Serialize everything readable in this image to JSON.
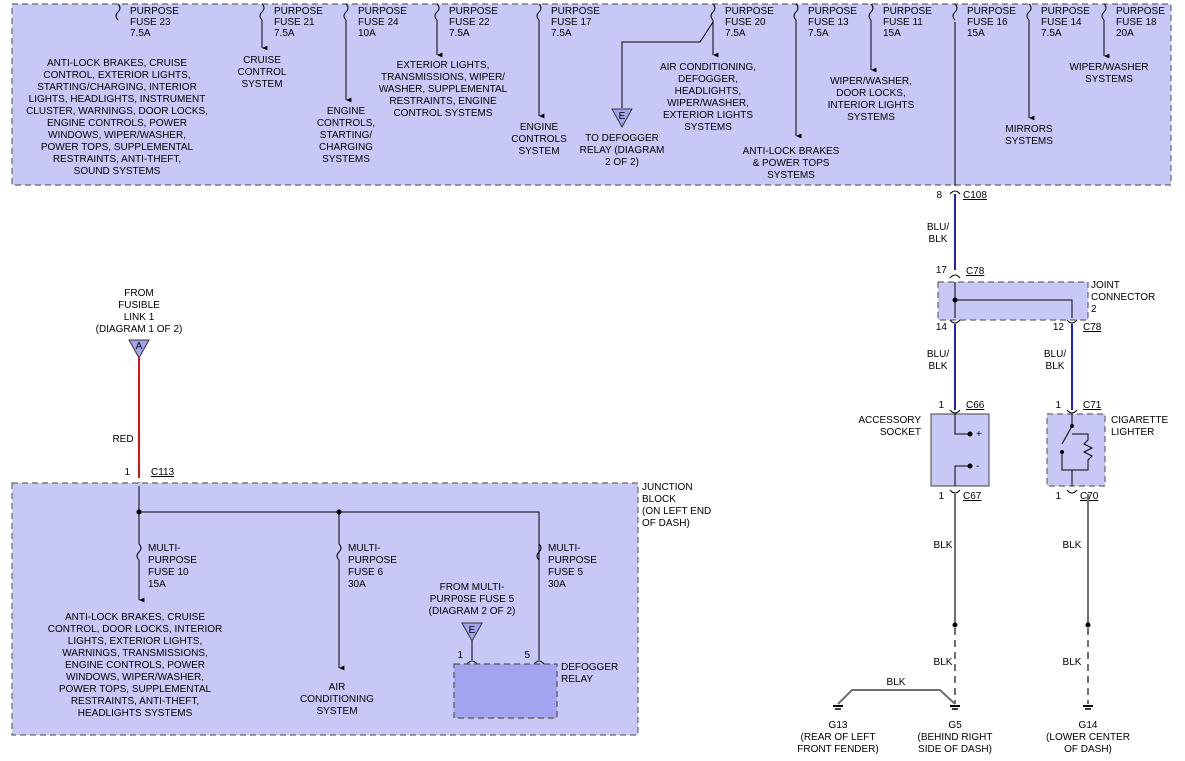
{
  "top_fuses": [
    {
      "id": "f23",
      "l1": "PURPOSE",
      "l2": "FUSE 23",
      "l3": "7.5A",
      "desc": [
        "ANTI-LOCK BRAKES, CRUISE",
        "CONTROL, EXTERIOR LIGHTS,",
        "STARTING/CHARGING, INTERIOR",
        "LIGHTS, HEADLIGHTS, INSTRUMENT",
        "CLUSTER, WARNINGS, DOOR LOCKS,",
        "ENGINE CONTROLS, POWER",
        "WINDOWS, WIPER/WASHER,",
        "POWER TOPS, SUPPLEMENTAL",
        "RESTRAINTS, ANTI-THEFT,",
        "SOUND SYSTEMS"
      ]
    },
    {
      "id": "f21",
      "l1": "PURPOSE",
      "l2": "FUSE 21",
      "l3": "7.5A",
      "desc": [
        "CRUISE",
        "CONTROL",
        "SYSTEM"
      ]
    },
    {
      "id": "f24",
      "l1": "PURPOSE",
      "l2": "FUSE 24",
      "l3": "10A",
      "desc": [
        "ENGINE",
        "CONTROLS,",
        "STARTING/",
        "CHARGING",
        "SYSTEMS"
      ]
    },
    {
      "id": "f22",
      "l1": "PURPOSE",
      "l2": "FUSE 22",
      "l3": "7.5A",
      "desc": [
        "EXTERIOR LIGHTS,",
        "TRANSMISSIONS, WIPER/",
        "WASHER, SUPPLEMENTAL",
        "RESTRAINTS, ENGINE",
        "CONTROL SYSTEMS"
      ]
    },
    {
      "id": "f17",
      "l1": "PURPOSE",
      "l2": "FUSE 17",
      "l3": "7.5A",
      "desc": [
        "ENGINE",
        "CONTROLS",
        "SYSTEM"
      ]
    },
    {
      "id": "f20",
      "l1": "PURPOSE",
      "l2": "FUSE 20",
      "l3": "7.5A",
      "desc": [
        "AIR CONDITIONING,",
        "DEFOGGER,",
        "HEADLIGHTS,",
        "WIPER/WASHER,",
        "EXTERIOR LIGHTS",
        "SYSTEMS"
      ]
    },
    {
      "id": "f13",
      "l1": "PURPOSE",
      "l2": "FUSE 13",
      "l3": "7.5A",
      "desc": [
        "ANTI-LOCK BRAKES",
        "& POWER TOPS",
        "SYSTEMS"
      ]
    },
    {
      "id": "f11",
      "l1": "PURPOSE",
      "l2": "FUSE 11",
      "l3": "15A",
      "desc": [
        "WIPER/WASHER,",
        "DOOR LOCKS,",
        "INTERIOR LIGHTS",
        "SYSTEMS"
      ]
    },
    {
      "id": "f16",
      "l1": "PURPOSE",
      "l2": "FUSE 16",
      "l3": "15A",
      "desc": []
    },
    {
      "id": "f14",
      "l1": "PURPOSE",
      "l2": "FUSE 14",
      "l3": "7.5A",
      "desc": [
        "MIRRORS",
        "SYSTEMS"
      ]
    },
    {
      "id": "f18",
      "l1": "PURPOSE",
      "l2": "FUSE 18",
      "l3": "20A",
      "desc": [
        "WIPER/WASHER",
        "SYSTEMS"
      ]
    }
  ],
  "defogger_ref_top": {
    "marker": "E",
    "desc": [
      "TO DEFOGGER",
      "RELAY (DIAGRAM",
      "2 OF 2)"
    ]
  },
  "c108": {
    "pin": "8",
    "name": "C108"
  },
  "wire_blu_blk": [
    "BLU/",
    "BLK"
  ],
  "c78_in": {
    "pin": "17",
    "name": "C78"
  },
  "joint_connector": [
    "JOINT",
    "CONNECTOR",
    "2"
  ],
  "c78_left": {
    "pin": "14"
  },
  "c78_right": {
    "pin": "12",
    "name": "C78"
  },
  "accessory_socket": {
    "label": [
      "ACCESSORY",
      "SOCKET"
    ],
    "in_pin": "1",
    "in_conn": "C66",
    "out_pin": "1",
    "out_conn": "C67",
    "plus": "+",
    "minus": "-"
  },
  "cigarette_lighter": {
    "label": [
      "CIGARETTE",
      "LIGHTER"
    ],
    "in_pin": "1",
    "in_conn": "C71",
    "out_pin": "1",
    "out_conn": "C70"
  },
  "wire_blk": "BLK",
  "grounds": [
    {
      "id": "G13",
      "desc": [
        "(REAR OF LEFT",
        "FRONT FENDER)"
      ]
    },
    {
      "id": "G5",
      "desc": [
        "(BEHIND RIGHT",
        "SIDE OF DASH)"
      ]
    },
    {
      "id": "G14",
      "desc": [
        "(LOWER CENTER",
        "OF DASH)"
      ]
    }
  ],
  "fusible_link": {
    "desc": [
      "FROM",
      "FUSIBLE",
      "LINK 1",
      "(DIAGRAM 1 OF 2)"
    ],
    "marker": "A"
  },
  "wire_red": "RED",
  "c113": {
    "pin": "1",
    "name": "C113"
  },
  "junction_block": [
    "JUNCTION",
    "BLOCK",
    "(ON LEFT END",
    "OF DASH)"
  ],
  "bottom_fuses": [
    {
      "id": "f10",
      "l1": "MULTI-",
      "l2": "PURPOSE",
      "l3": "FUSE 10",
      "l4": "15A",
      "desc": [
        "ANTI-LOCK BRAKES, CRUISE",
        "CONTROL, DOOR LOCKS, INTERIOR",
        "LIGHTS, EXTERIOR LIGHTS,",
        "WARNINGS, TRANSMISSIONS,",
        "ENGINE CONTROLS, POWER",
        "WINDOWS, WIPER/WASHER,",
        "POWER TOPS, SUPPLEMENTAL",
        "RESTRAINTS, ANTI-THEFT,",
        "HEADLIGHTS SYSTEMS"
      ]
    },
    {
      "id": "f6",
      "l1": "MULTI-",
      "l2": "PURPOSE",
      "l3": "FUSE 6",
      "l4": "30A",
      "desc": [
        "AIR",
        "CONDITIONING",
        "SYSTEM"
      ]
    },
    {
      "id": "f5",
      "l1": "MULTI-",
      "l2": "PURPOSE",
      "l3": "FUSE 5",
      "l4": "30A",
      "desc": []
    }
  ],
  "from_mp_fuse5": {
    "desc": [
      "FROM MULTI-",
      "PURP0SE FUSE 5",
      "(DIAGRAM 2 OF 2)"
    ],
    "marker": "E"
  },
  "defogger_relay": {
    "label": [
      "DEFOGGER",
      "RELAY"
    ],
    "pin1": "1",
    "pin5": "5"
  }
}
